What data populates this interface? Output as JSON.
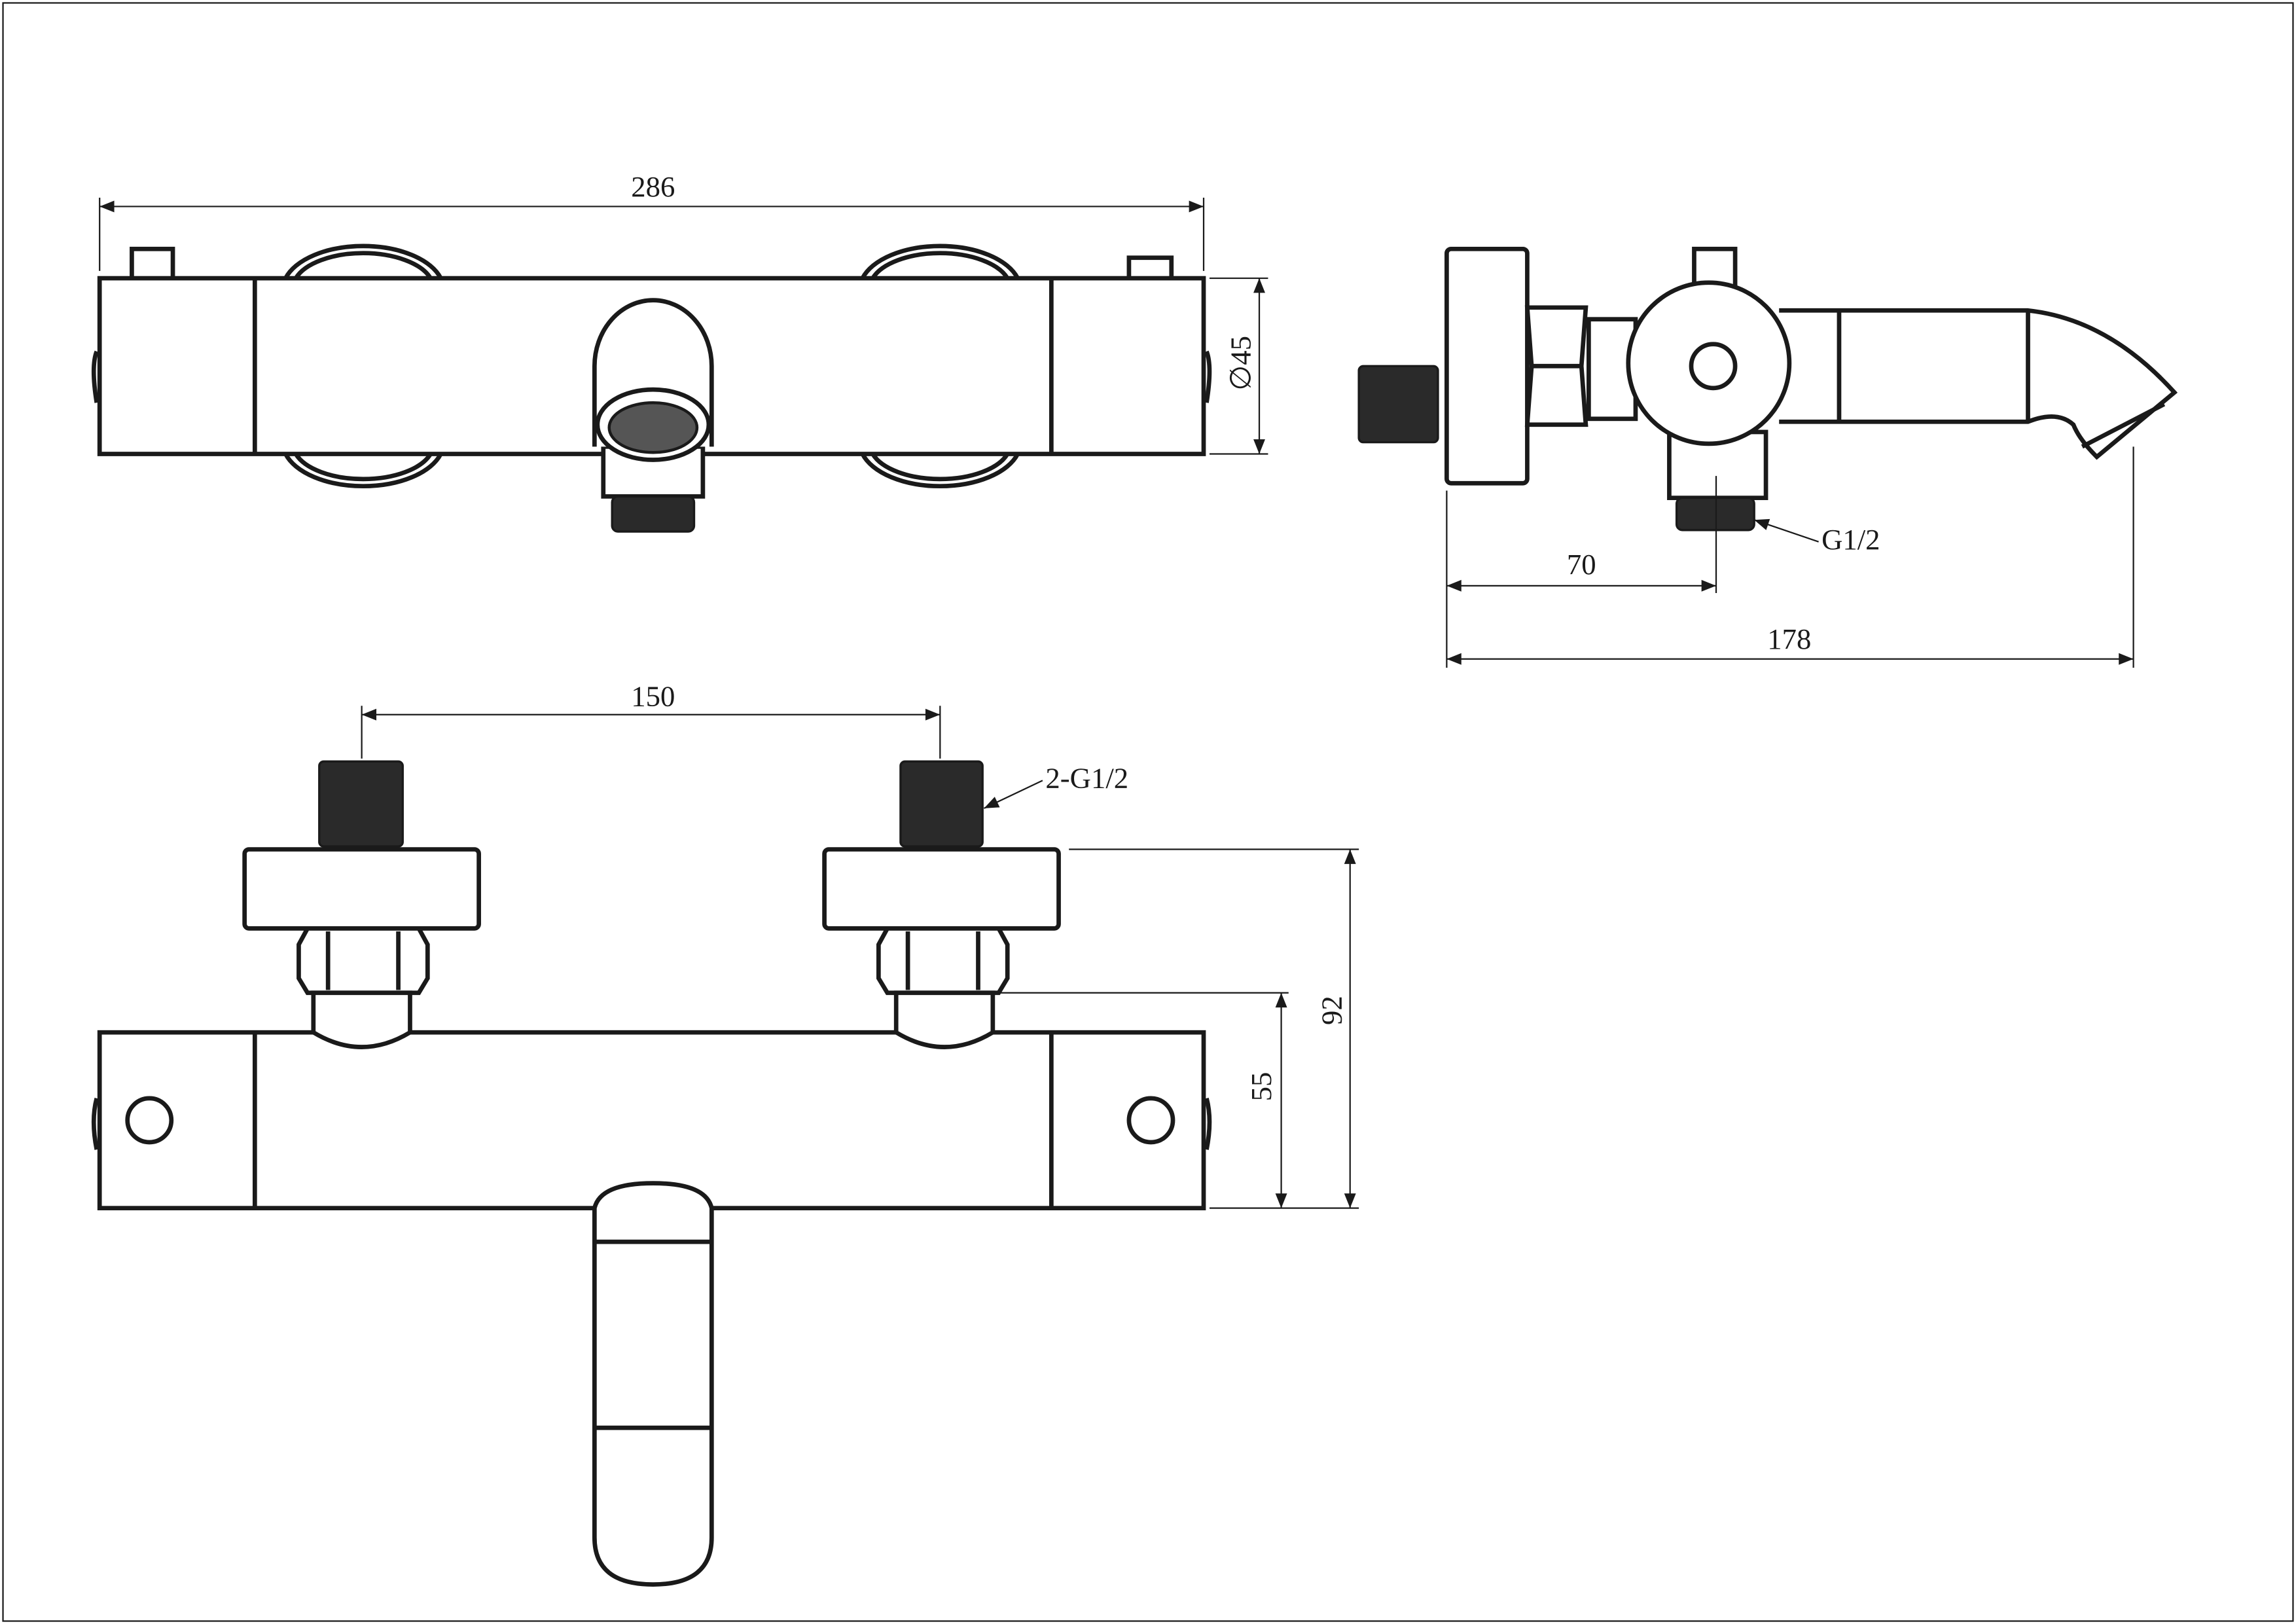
{
  "drawing": {
    "title": "Thermostatic bath mixer – dimension drawing",
    "line_color": "#1a1a1a",
    "background": "#ffffff"
  },
  "top_view": {
    "overall_length": "286",
    "body_diameter": "∅45"
  },
  "side_view": {
    "outlet_offset": "70",
    "projection": "178",
    "outlet_thread": "G1/2"
  },
  "front_view": {
    "inlet_spacing": "150",
    "inlet_thread": "2-G1/2",
    "inlet_height": "55",
    "total_height": "92"
  }
}
